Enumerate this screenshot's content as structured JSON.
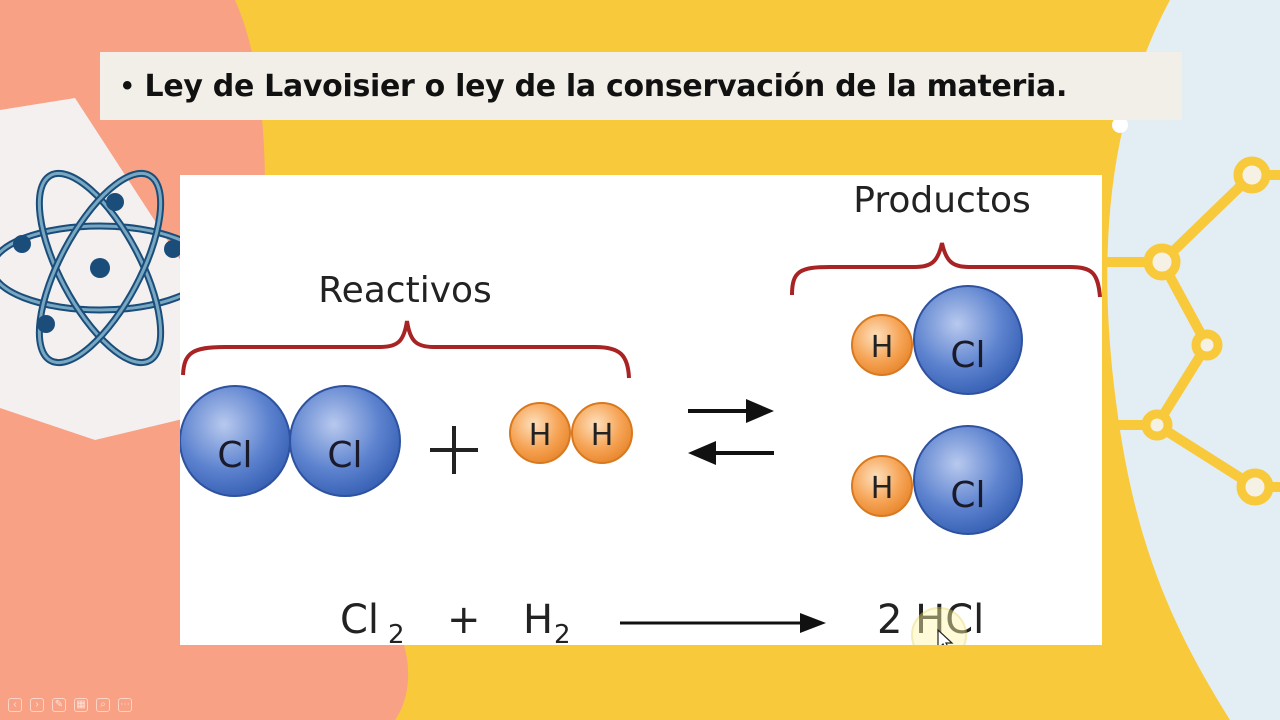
{
  "slide": {
    "bullet": "•",
    "title": "Ley de Lavoisier o ley de la conservación de la materia."
  },
  "diagram": {
    "reactants_label": "Reactivos",
    "products_label": "Productos",
    "plus_sign": "+",
    "atoms": {
      "chlorine": "Cl",
      "hydrogen": "H"
    },
    "equation": {
      "reactant_1": "Cl",
      "reactant_1_subscript": "2",
      "plus": "+",
      "reactant_2": "H",
      "reactant_2_subscript": "2",
      "product": "2 HCl"
    }
  },
  "colors": {
    "coral": "#f8a184",
    "yellow": "#f8c93a",
    "light_blue": "#e3edf4",
    "chlorine_blue": "#3f6dc1",
    "hydrogen_orange": "#f29a45",
    "brace_red": "#a82323"
  },
  "player_controls": [
    "prev-icon",
    "next-icon",
    "pen-icon",
    "grid-icon",
    "zoom-icon",
    "more-icon"
  ]
}
